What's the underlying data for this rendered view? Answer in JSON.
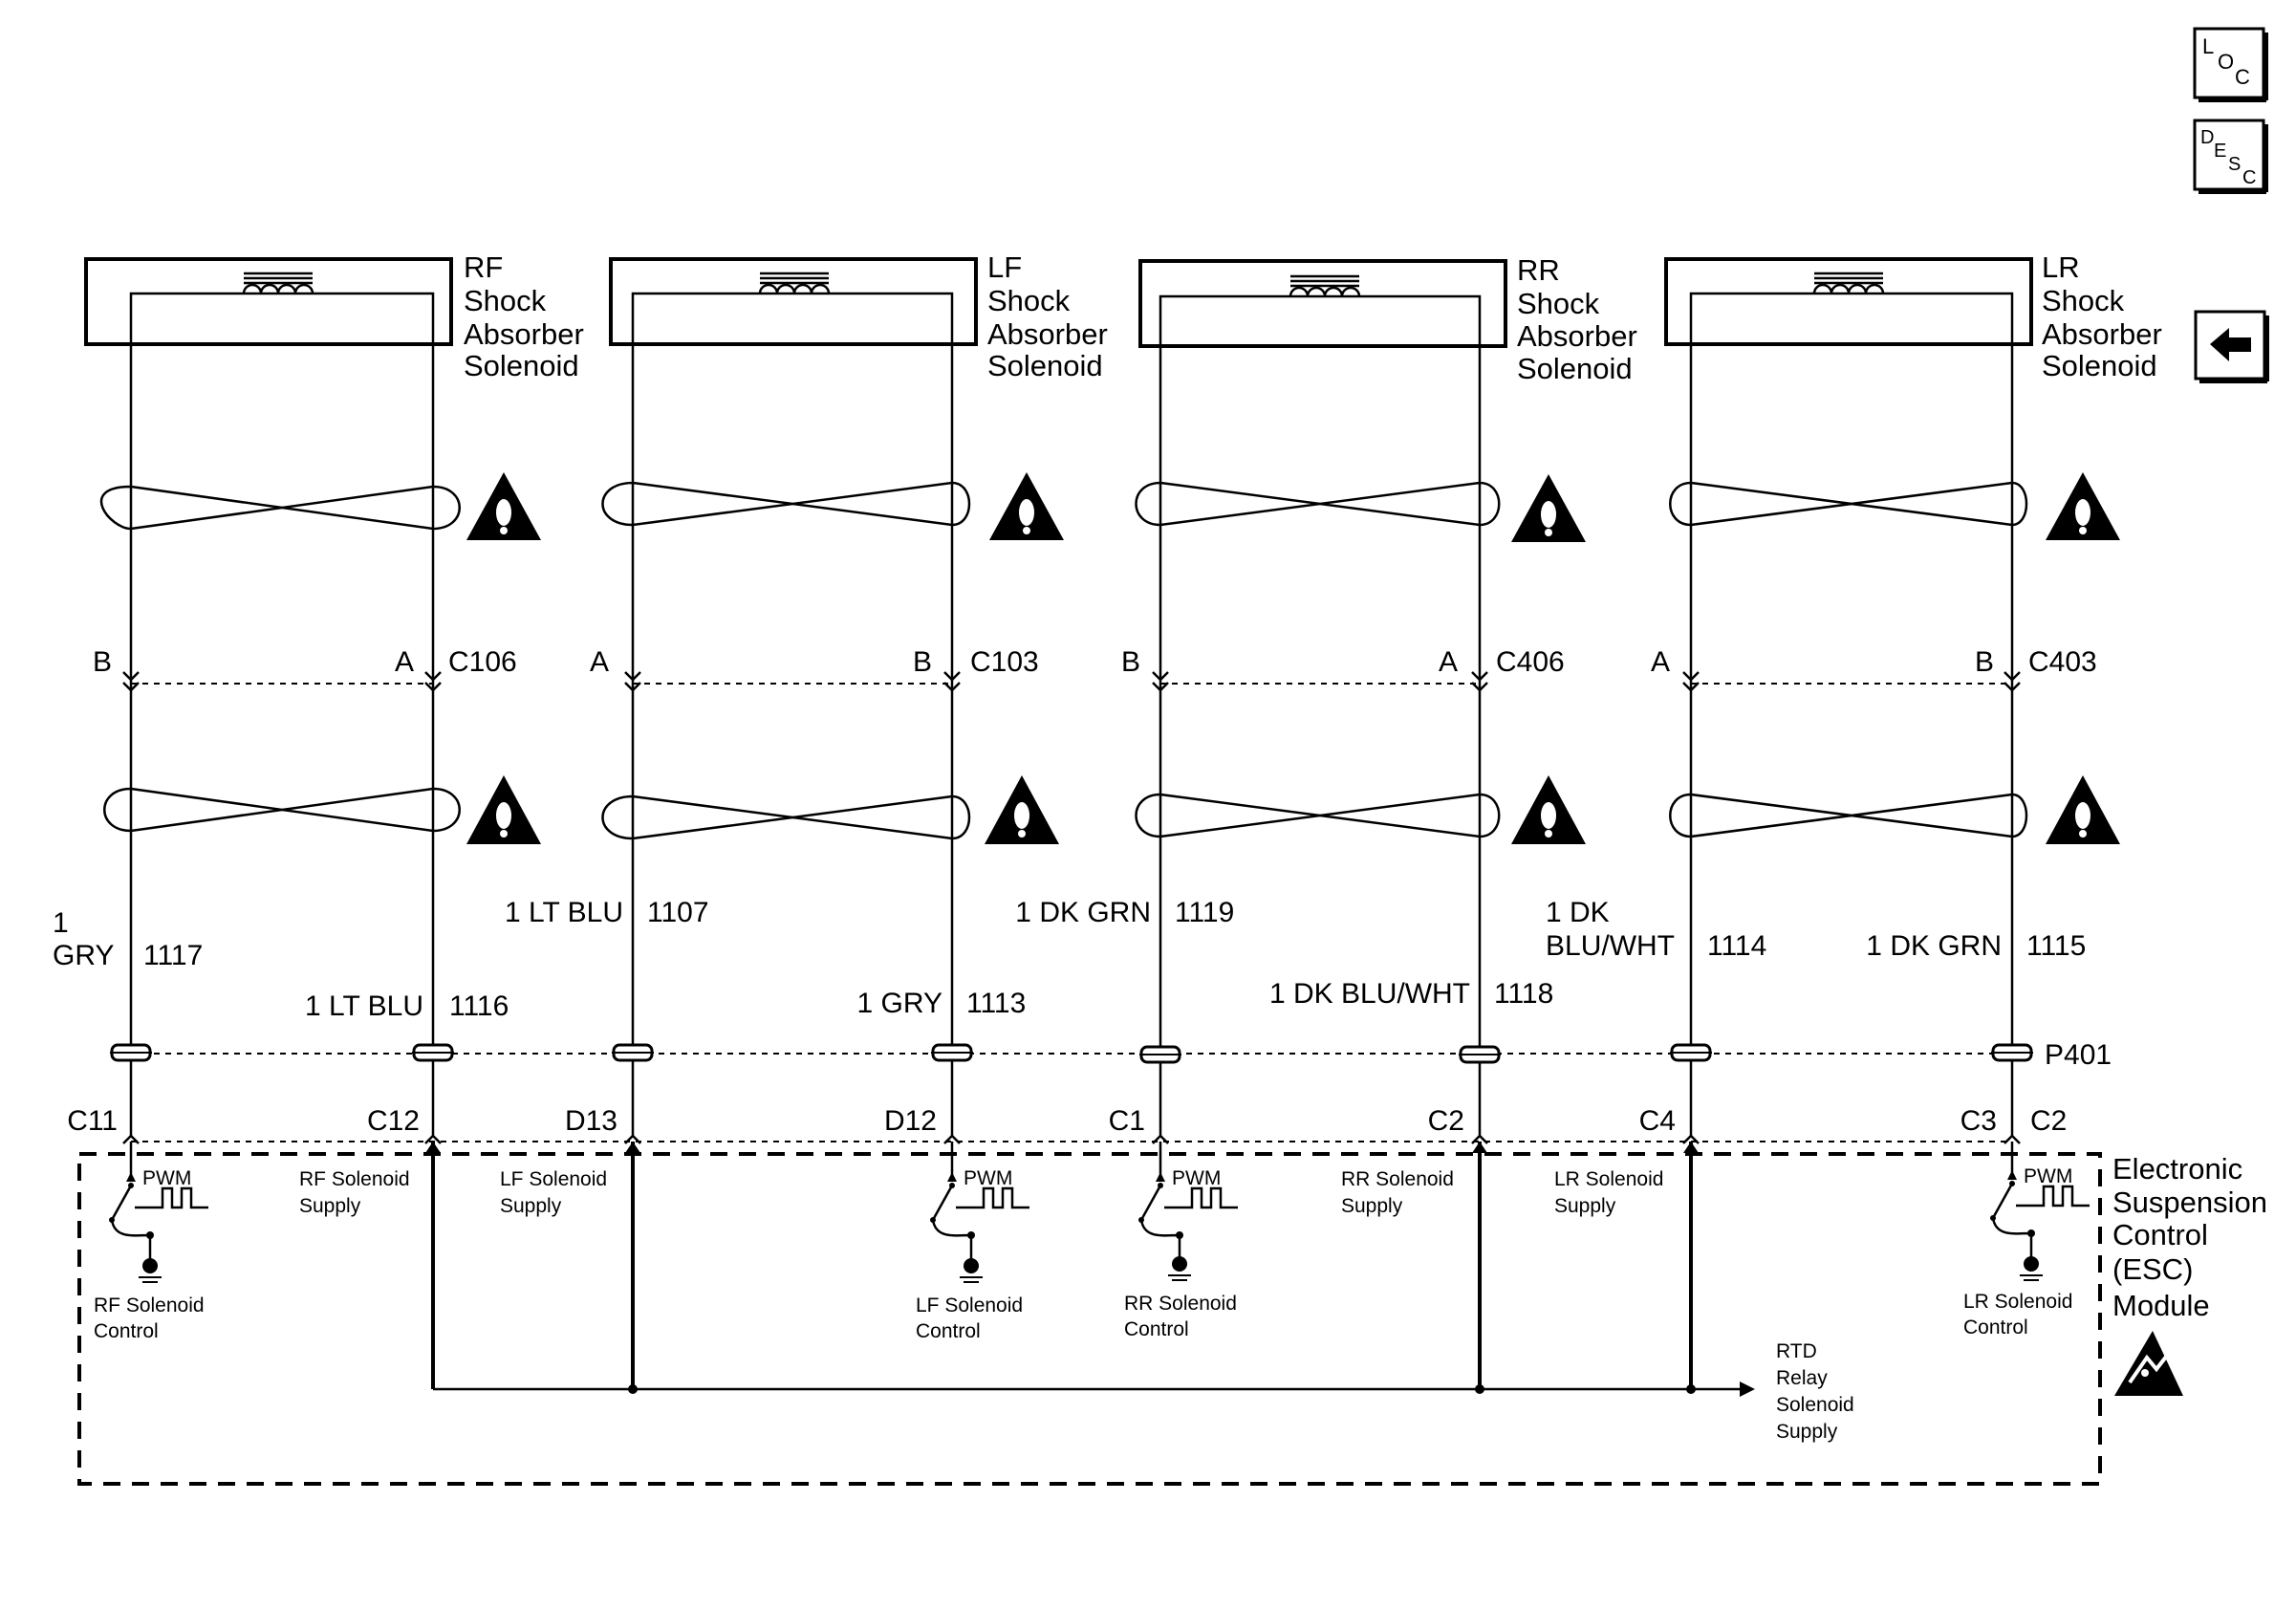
{
  "nav": {
    "loc": {
      "big": "L",
      "small": "O",
      "small2": "C"
    },
    "desc": {
      "big": "D",
      "small": "E",
      "small2": "S",
      "small3": "C"
    },
    "back_icon": "arrow-left-icon"
  },
  "solenoids": [
    {
      "line1": "RF",
      "line2": "Shock",
      "line3": "Absorber",
      "line4": "Solenoid"
    },
    {
      "line1": "LF",
      "line2": "Shock",
      "line3": "Absorber",
      "line4": "Solenoid"
    },
    {
      "line1": "RR",
      "line2": "Shock",
      "line3": "Absorber",
      "line4": "Solenoid"
    },
    {
      "line1": "LR",
      "line2": "Shock",
      "line3": "Absorber",
      "line4": "Solenoid"
    }
  ],
  "connectors": {
    "c106": {
      "name": "C106",
      "pin_left": "B",
      "pin_right": "A"
    },
    "c103": {
      "name": "C103",
      "pin_left": "A",
      "pin_right": "B"
    },
    "c406": {
      "name": "C406",
      "pin_left": "B",
      "pin_right": "A"
    },
    "c403": {
      "name": "C403",
      "pin_left": "A",
      "pin_right": "B"
    },
    "p401": "P401"
  },
  "wires": {
    "w1117": {
      "size": "1",
      "color": "GRY",
      "circuit": "1117"
    },
    "w1116": {
      "label": "1 LT BLU",
      "circuit": "1116"
    },
    "w1107": {
      "label": "1 LT BLU",
      "circuit": "1107"
    },
    "w1113": {
      "label": "1 GRY",
      "circuit": "1113"
    },
    "w1119": {
      "label": "1 DK GRN",
      "circuit": "1119"
    },
    "w1118": {
      "label": "1 DK BLU/WHT",
      "circuit": "1118"
    },
    "w1114": {
      "line1": "1 DK",
      "line2": "BLU/WHT",
      "circuit": "1114"
    },
    "w1115": {
      "label": "1 DK GRN",
      "circuit": "1115"
    }
  },
  "pins": [
    "C11",
    "C12",
    "D13",
    "D12",
    "C1",
    "C2",
    "C4",
    "C3",
    "C2"
  ],
  "module": {
    "line1": "Electronic",
    "line2": "Suspension",
    "line3": "Control",
    "line4": "(ESC)",
    "line5": "Module",
    "pwm": "PWM",
    "rf_control": {
      "line1": "RF Solenoid",
      "line2": "Control"
    },
    "lf_control": {
      "line1": "LF Solenoid",
      "line2": "Control"
    },
    "rr_control": {
      "line1": "RR Solenoid",
      "line2": "Control"
    },
    "lr_control": {
      "line1": "LR Solenoid",
      "line2": "Control"
    },
    "rf_supply": {
      "line1": "RF Solenoid",
      "line2": "Supply"
    },
    "lf_supply": {
      "line1": "LF Solenoid",
      "line2": "Supply"
    },
    "rr_supply": {
      "line1": "RR Solenoid",
      "line2": "Supply"
    },
    "lr_supply": {
      "line1": "LR Solenoid",
      "line2": "Supply"
    },
    "rtd": {
      "line1": "RTD",
      "line2": "Relay",
      "line3": "Solenoid",
      "line4": "Supply"
    }
  },
  "icons": {
    "warning": "warning-triangle-icon",
    "esd": "esd-sensitive-icon",
    "ground": "ground-icon"
  }
}
